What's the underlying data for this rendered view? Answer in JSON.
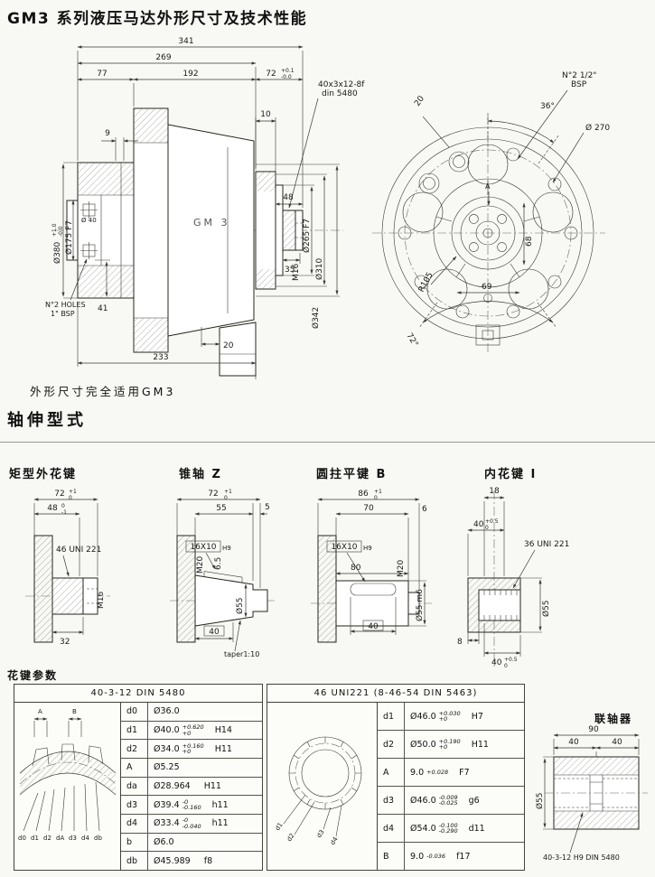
{
  "page": {
    "title": "GM3 系列液压马达外形尺寸及技术性能",
    "fit_note": "外形尺寸完全适用GM3",
    "shaft_section_title": "轴伸型式",
    "spline_params_title": "花键参数"
  },
  "side_view": {
    "model_label": "GM 3",
    "dim_total": "341",
    "dim_269": "269",
    "dim_77": "77",
    "dim_192": "192",
    "dim_72": "72",
    "dim_72_tu": "+0.1",
    "dim_72_tl": "-0.0",
    "spline_note_line1": "40x3x12-8f",
    "spline_note_line2": "din 5480",
    "dim_10": "10",
    "dim_9": "9",
    "dim_48": "48",
    "dim_d380": "Ø380",
    "dim_d380_tu": "+1.0",
    "dim_d380_tl": "-0.0",
    "dim_d175": "Ø175 F7",
    "dim_d40": "Ø 40",
    "dim_35": "35",
    "thread_m16": "M16",
    "dim_d265": "Ø265 F7",
    "dim_d310": "Ø310",
    "dim_d342": "Ø342",
    "dim_41": "41",
    "holes_note_line1": "N°2 HOLES",
    "holes_note_line2": "1\" BSP",
    "dim_20": "20",
    "dim_233": "233"
  },
  "front_view": {
    "bsp_note_line1": "N°2 1/2\"",
    "bsp_note_line2": "BSP",
    "dim_d270": "Ø 270",
    "angle_36": "36°",
    "dim_20": "20",
    "dim_68": "68",
    "radius_105": "R105",
    "dim_69": "69",
    "angle_72": "72°",
    "datum_a": "A"
  },
  "shaft_rect": {
    "title": "矩型外花键",
    "dim_72": "72",
    "dim_72_tu": "+1",
    "dim_72_tl": "0",
    "dim_48": "48",
    "dim_48_tu": "0",
    "dim_48_tl": "-1",
    "spline_note": "46 UNI 221",
    "thread": "M16",
    "dim_32": "32"
  },
  "shaft_taper": {
    "title": "锥轴 Z",
    "dim_72": "72",
    "dim_72_tu": "+1",
    "dim_72_tl": "0",
    "dim_55": "55",
    "dim_5": "5",
    "key": "16X10",
    "key_grade": "H9",
    "thread": "M20",
    "dim_6_5": "6.5",
    "dim_d55": "Ø55",
    "dim_40": "40",
    "taper_note": "taper1:10"
  },
  "shaft_key": {
    "title": "圆拄平键 B",
    "dim_86": "86",
    "dim_86_tu": "+1",
    "dim_86_tl": "0",
    "dim_70": "70",
    "dim_6": "6",
    "key": "16X10",
    "key_grade": "H9",
    "dim_80": "80",
    "thread": "M20",
    "dim_d55": "Ø55 m6",
    "dim_40": "40"
  },
  "shaft_spline_i": {
    "title": "内花键 I",
    "dim_18": "18",
    "dim_40_top": "40",
    "dim_40_top_tu": "+0.5",
    "dim_40_top_tl": "0",
    "spline_note": "36 UNI 221",
    "dim_d55": "Ø55",
    "dim_8": "8",
    "dim_40_bottom": "40",
    "dim_40_bottom_tu": "+0.5",
    "dim_40_bottom_tl": "0"
  },
  "table_din": {
    "title": "40-3-12 DIN 5480",
    "diagram": {
      "label_a": "A",
      "label_b": "B",
      "leaders": [
        "d0",
        "d1",
        "d2",
        "dA",
        "d3",
        "d4",
        "db"
      ]
    },
    "rows": [
      {
        "p": "d0",
        "v": "Ø36.0",
        "tu": "",
        "tl": "",
        "g": ""
      },
      {
        "p": "d1",
        "v": "Ø40.0",
        "tu": "+0.620",
        "tl": "+0",
        "g": "H14"
      },
      {
        "p": "d2",
        "v": "Ø34.0",
        "tu": "+0.160",
        "tl": "+0",
        "g": "H11"
      },
      {
        "p": "A",
        "v": "Ø5.25",
        "tu": "",
        "tl": "",
        "g": ""
      },
      {
        "p": "da",
        "v": "Ø28.964",
        "tu": "",
        "tl": "",
        "g": "H11"
      },
      {
        "p": "d3",
        "v": "Ø39.4",
        "tu": "-0",
        "tl": "-0.160",
        "g": "h11"
      },
      {
        "p": "d4",
        "v": "Ø33.4",
        "tu": "-0",
        "tl": "-0.040",
        "g": "h11"
      },
      {
        "p": "b",
        "v": "Ø6.0",
        "tu": "",
        "tl": "",
        "g": ""
      },
      {
        "p": "db",
        "v": "Ø45.989",
        "tu": "",
        "tl": "",
        "g": "f8"
      }
    ]
  },
  "table_uni": {
    "title": "46 UNI221 (8-46-54 DIN 5463)",
    "diagram": {
      "leaders": [
        "d1",
        "d2",
        "d3",
        "d4"
      ]
    },
    "rows": [
      {
        "p": "d1",
        "v": "Ø46.0",
        "tu": "+0.030",
        "tl": "+0",
        "g": "H7"
      },
      {
        "p": "d2",
        "v": "Ø50.0",
        "tu": "+0.190",
        "tl": "+0",
        "g": "H11"
      },
      {
        "p": "A",
        "v": "9.0",
        "tu": "+0.028",
        "tl": "",
        "g": "F7"
      },
      {
        "p": "d3",
        "v": "Ø46.0",
        "tu": "-0.009",
        "tl": "-0.025",
        "g": "g6"
      },
      {
        "p": "d4",
        "v": "Ø54.0",
        "tu": "-0.100",
        "tl": "-0.290",
        "g": "d11"
      },
      {
        "p": "B",
        "v": "9.0",
        "tu": "-0.036",
        "tl": "",
        "g": "f17"
      }
    ]
  },
  "coupling": {
    "title": "联轴器",
    "dim_90": "90",
    "dim_40_left": "40",
    "dim_40_right": "40",
    "dim_d55": "Ø55",
    "note": "40-3-12 H9 DIN 5480"
  }
}
